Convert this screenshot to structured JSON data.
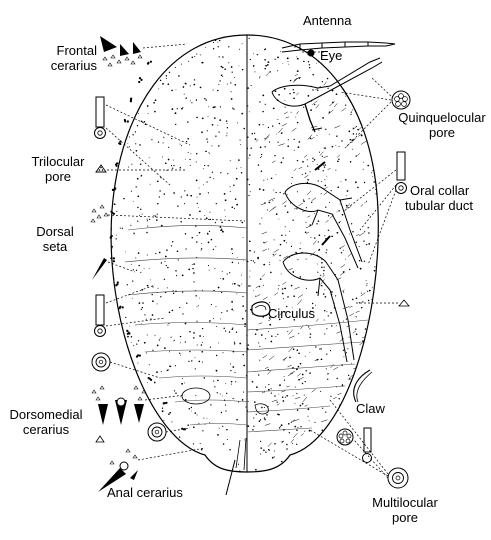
{
  "labels": {
    "antenna": "Antenna",
    "eye": "Eye",
    "frontal_cerarius": [
      "Frontal",
      "cerarius"
    ],
    "quinquelocular_pore": [
      "Quinquelocular",
      "pore"
    ],
    "trilocular_pore": [
      "Trilocular",
      "pore"
    ],
    "oral_collar_tubular_duct": [
      "Oral collar",
      "tubular duct"
    ],
    "dorsal_seta": [
      "Dorsal",
      "seta"
    ],
    "circulus": "Circulus",
    "claw": "Claw",
    "dorsomedial_cerarius": [
      "Dorsomedial",
      "cerarius"
    ],
    "anal_cerarius": "Anal cerarius",
    "multilocular_pore": [
      "Multilocular",
      "pore"
    ]
  },
  "colors": {
    "ink": "#000000",
    "background": "#ffffff"
  }
}
